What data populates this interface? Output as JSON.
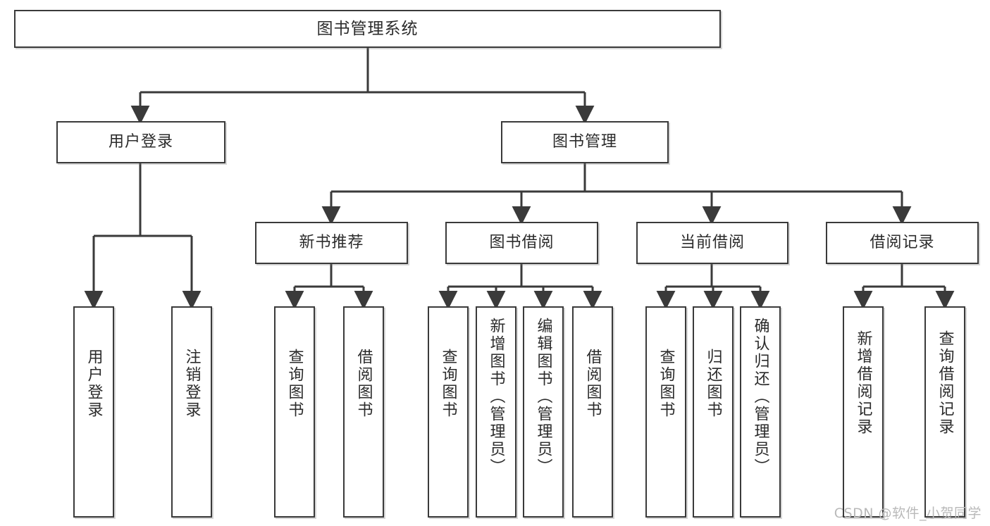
{
  "diagram": {
    "type": "tree-hierarchy",
    "title": "图书管理系统",
    "watermark": "CSDN @软件_小贺同学",
    "colors": {
      "background": "#ffffff",
      "stroke": "#3a3a3a",
      "text": "#2b2b2b",
      "watermark": "#b9b9b9"
    },
    "nodes": {
      "root": {
        "label": "图书管理系统"
      },
      "level2": [
        {
          "id": "user-login",
          "label": "用户登录"
        },
        {
          "id": "book-manage",
          "label": "图书管理"
        }
      ],
      "level3": [
        {
          "id": "new-book-rec",
          "label": "新书推荐"
        },
        {
          "id": "book-borrow",
          "label": "图书借阅"
        },
        {
          "id": "current-borrow",
          "label": "当前借阅"
        },
        {
          "id": "borrow-record",
          "label": "借阅记录"
        }
      ],
      "leaves": {
        "user-login": [
          {
            "id": "leaf-user-login",
            "label": "用户登录"
          },
          {
            "id": "leaf-logout",
            "label": "注销登录"
          }
        ],
        "new-book-rec": [
          {
            "id": "leaf-query-book-1",
            "label": "查询图书"
          },
          {
            "id": "leaf-borrow-book-1",
            "label": "借阅图书"
          }
        ],
        "book-borrow": [
          {
            "id": "leaf-query-book-2",
            "label": "查询图书"
          },
          {
            "id": "leaf-add-book",
            "label": "新增图书（管理员）"
          },
          {
            "id": "leaf-edit-book",
            "label": "编辑图书（管理员）"
          },
          {
            "id": "leaf-borrow-book-2",
            "label": "借阅图书"
          }
        ],
        "current-borrow": [
          {
            "id": "leaf-query-book-3",
            "label": "查询图书"
          },
          {
            "id": "leaf-return-book",
            "label": "归还图书"
          },
          {
            "id": "leaf-confirm-return",
            "label": "确认归还（管理员）"
          }
        ],
        "borrow-record": [
          {
            "id": "leaf-add-record",
            "label": "新增借阅记录"
          },
          {
            "id": "leaf-query-record",
            "label": "查询借阅记录"
          }
        ]
      }
    }
  }
}
